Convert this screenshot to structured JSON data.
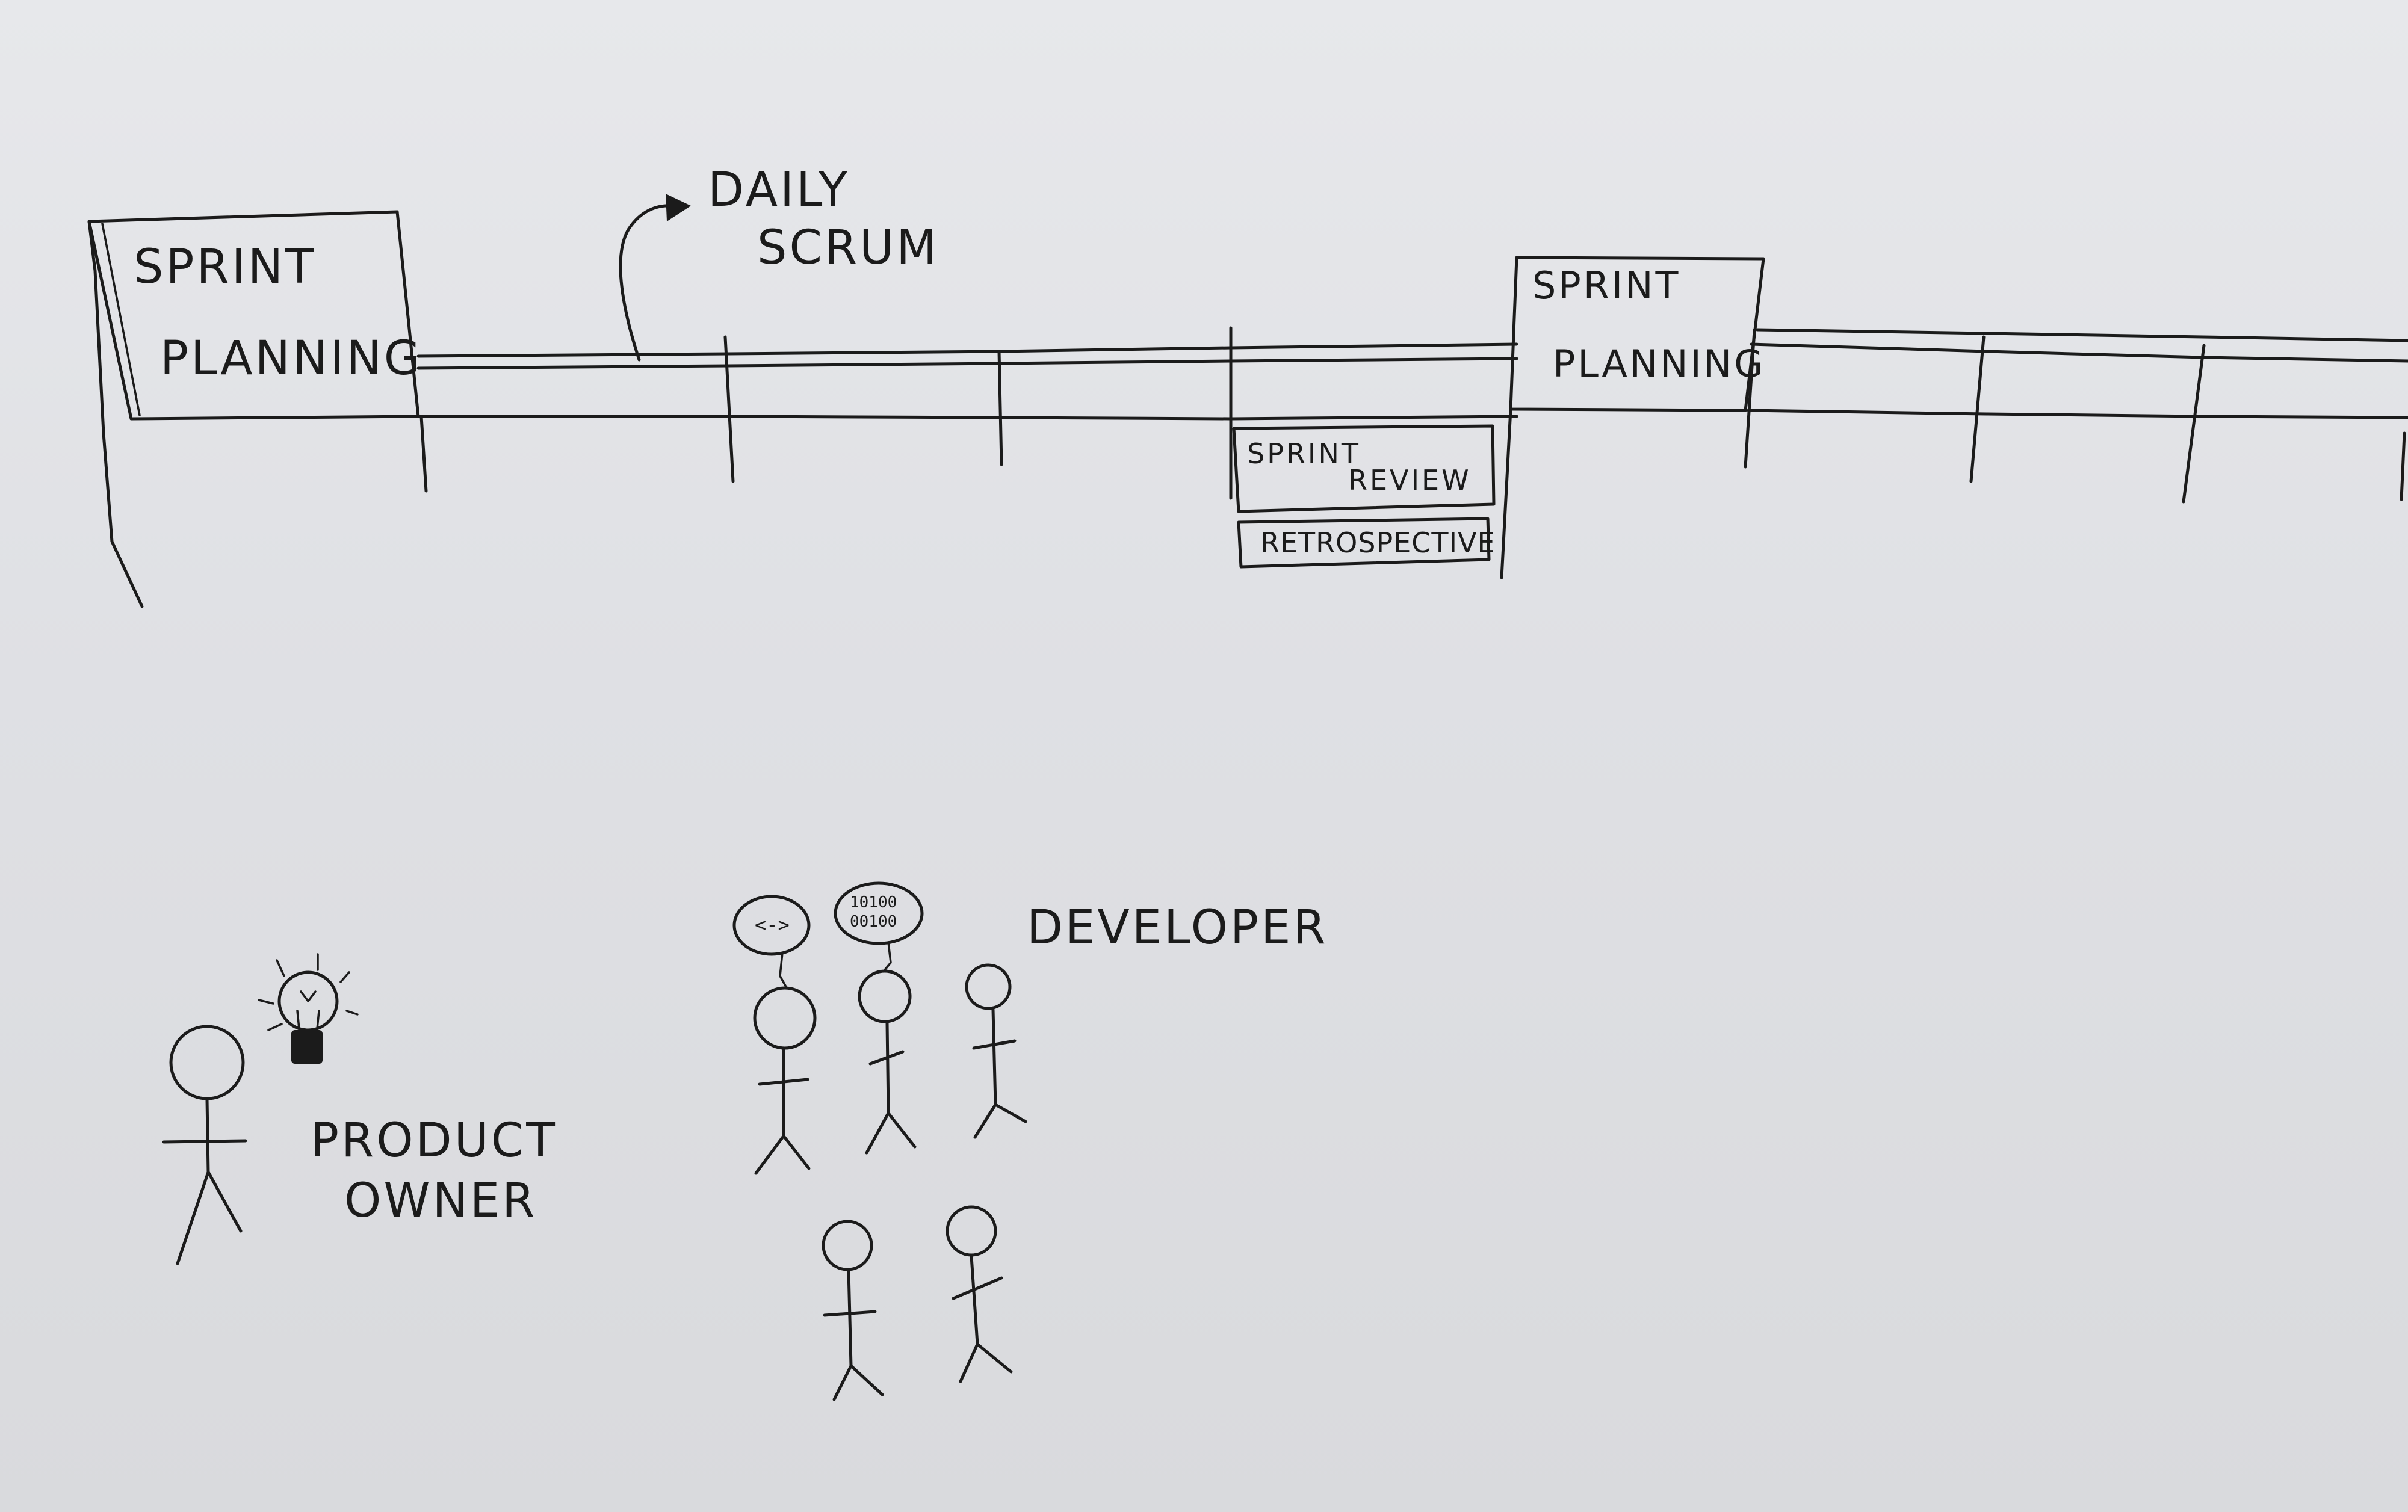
{
  "timeline": {
    "daily_scrum_line1": "DAILY",
    "daily_scrum_line2": "SCRUM",
    "sprint_planning_1_line1": "SPRINT",
    "sprint_planning_1_line2": "PLANNING",
    "sprint_planning_2_line1": "SPRINT",
    "sprint_planning_2_line2": "PLANNING",
    "sprint_review_line1": "SPRINT",
    "sprint_review_line2": "REVIEW",
    "retrospective": "RETROSPECTIVE"
  },
  "roles": {
    "product_owner_line1": "PRODUCT",
    "product_owner_line2": "OWNER",
    "developer": "DEVELOPER"
  },
  "bubbles": {
    "code_bubble": "<->",
    "binary_line1": "10100",
    "binary_line2": "00100"
  }
}
